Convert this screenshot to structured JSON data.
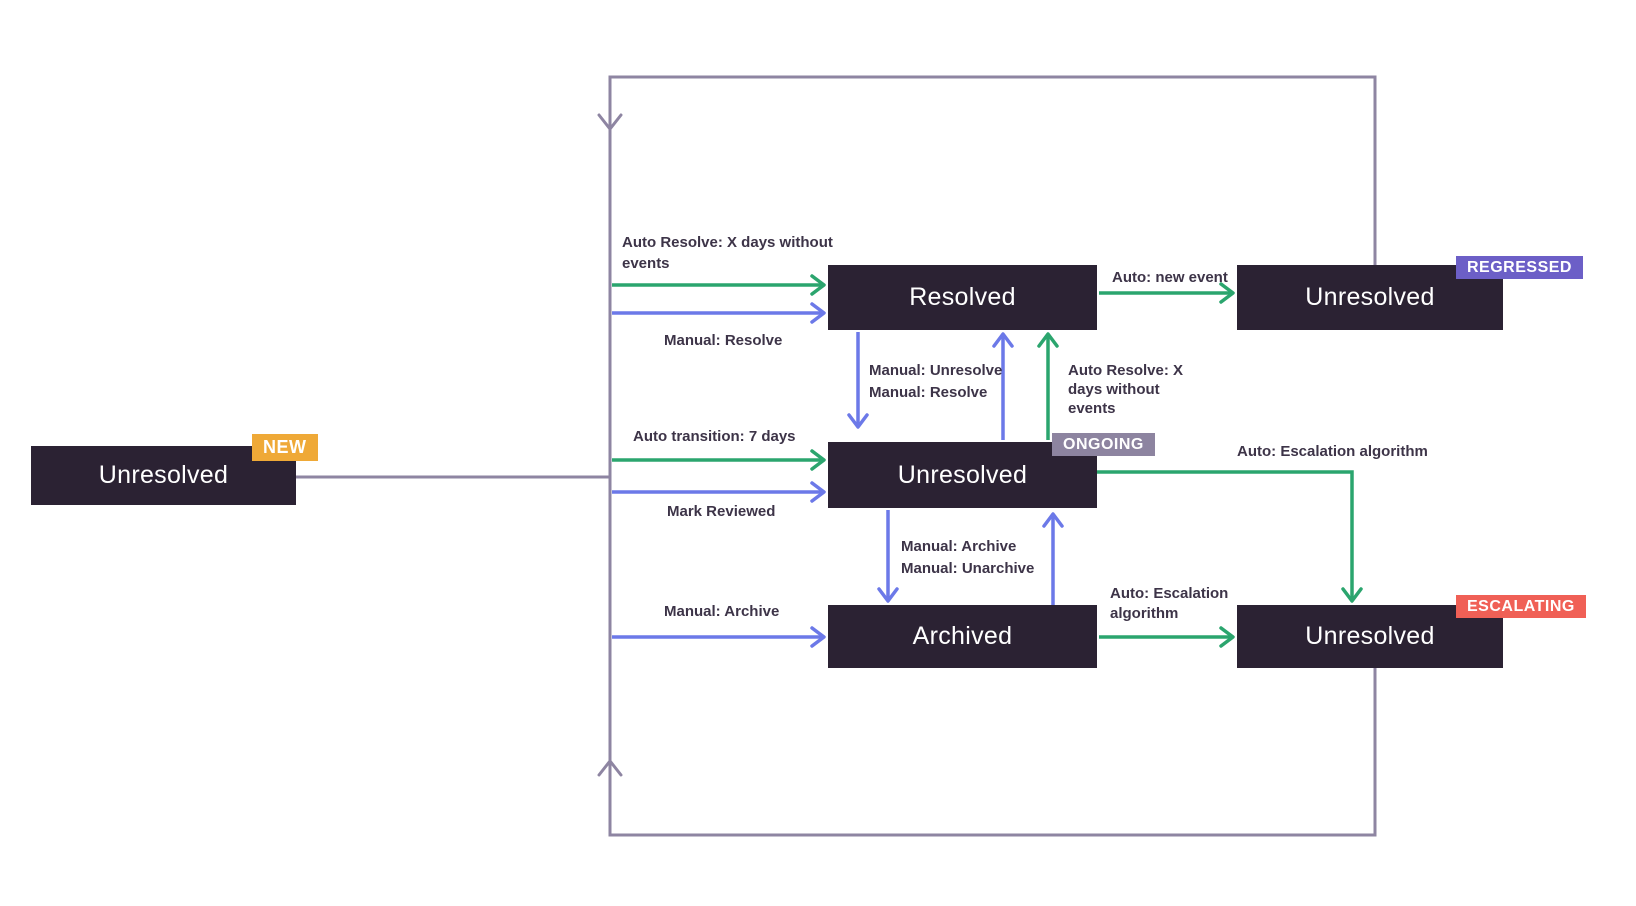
{
  "colors": {
    "state_box": "#2B2233",
    "state_text": "#FFFFFF",
    "auto_transition_green": "#2BA56E",
    "manual_transition_blue": "#6C79E8",
    "loop_line_gray": "#8E85A2",
    "label_text": "#3D3448",
    "badge_new": "#EFA937",
    "badge_regressed": "#6C5FC7",
    "badge_ongoing": "#8D84A0",
    "badge_escalating": "#F06056"
  },
  "states": {
    "new": {
      "label": "Unresolved",
      "badge": "NEW"
    },
    "resolved": {
      "label": "Resolved"
    },
    "regressed": {
      "label": "Unresolved",
      "badge": "REGRESSED"
    },
    "ongoing": {
      "label": "Unresolved",
      "badge": "ONGOING"
    },
    "archived": {
      "label": "Archived"
    },
    "escalating": {
      "label": "Unresolved",
      "badge": "ESCALATING"
    }
  },
  "transitions": {
    "auto_resolve_to_resolved": "Auto Resolve: X days without\nevents",
    "manual_resolve_to_resolved": "Manual: Resolve",
    "auto_transition_7_days": "Auto transition: 7 days",
    "mark_reviewed": "Mark Reviewed",
    "manual_archive_to_archived": "Manual: Archive",
    "auto_new_event": "Auto: new event",
    "manual_unresolve_resolve": "Manual: Unresolve\nManual: Resolve",
    "auto_resolve_from_ongoing": "Auto Resolve: X\ndays without\nevents",
    "manual_archive_unarchive": "Manual: Archive\nManual: Unarchive",
    "auto_escalation_from_archived": "Auto: Escalation\nalgorithm",
    "auto_escalation_from_ongoing": "Auto: Escalation algorithm"
  }
}
